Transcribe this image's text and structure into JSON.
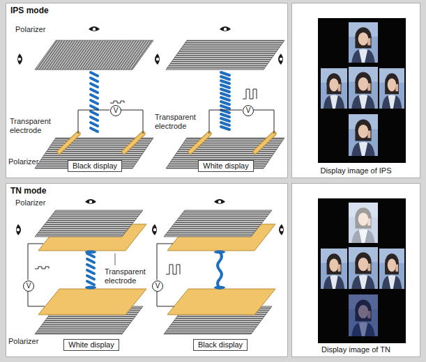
{
  "diagram": {
    "nodes": [
      {
        "text": [
          "IPS mode"
        ]
      },
      {
        "text": [
          "V"
        ],
        "in": 0
      },
      {
        "text": [
          "Black display"
        ],
        "in": 0
      },
      {
        "text": [
          "V"
        ],
        "in": 0
      },
      {
        "text": [
          "White display"
        ],
        "in": 0
      },
      {
        "text": [
          "Display image of IPS"
        ]
      },
      {
        "text": [
          "TN mode"
        ]
      },
      {
        "text": [
          "V"
        ],
        "in": 6
      },
      {
        "text": [
          "White display"
        ],
        "in": 6
      },
      {
        "text": [
          "V"
        ],
        "in": 6
      },
      {
        "text": [
          "Black display"
        ],
        "in": 6
      },
      {
        "text": [
          "Display image of TN"
        ]
      }
    ],
    "labels": [
      "Polarizer",
      "Transparent electrode",
      "Transparent electrode",
      "Polarizer",
      "Polarizer",
      "Transparent electrode",
      "Polarizer"
    ]
  }
}
